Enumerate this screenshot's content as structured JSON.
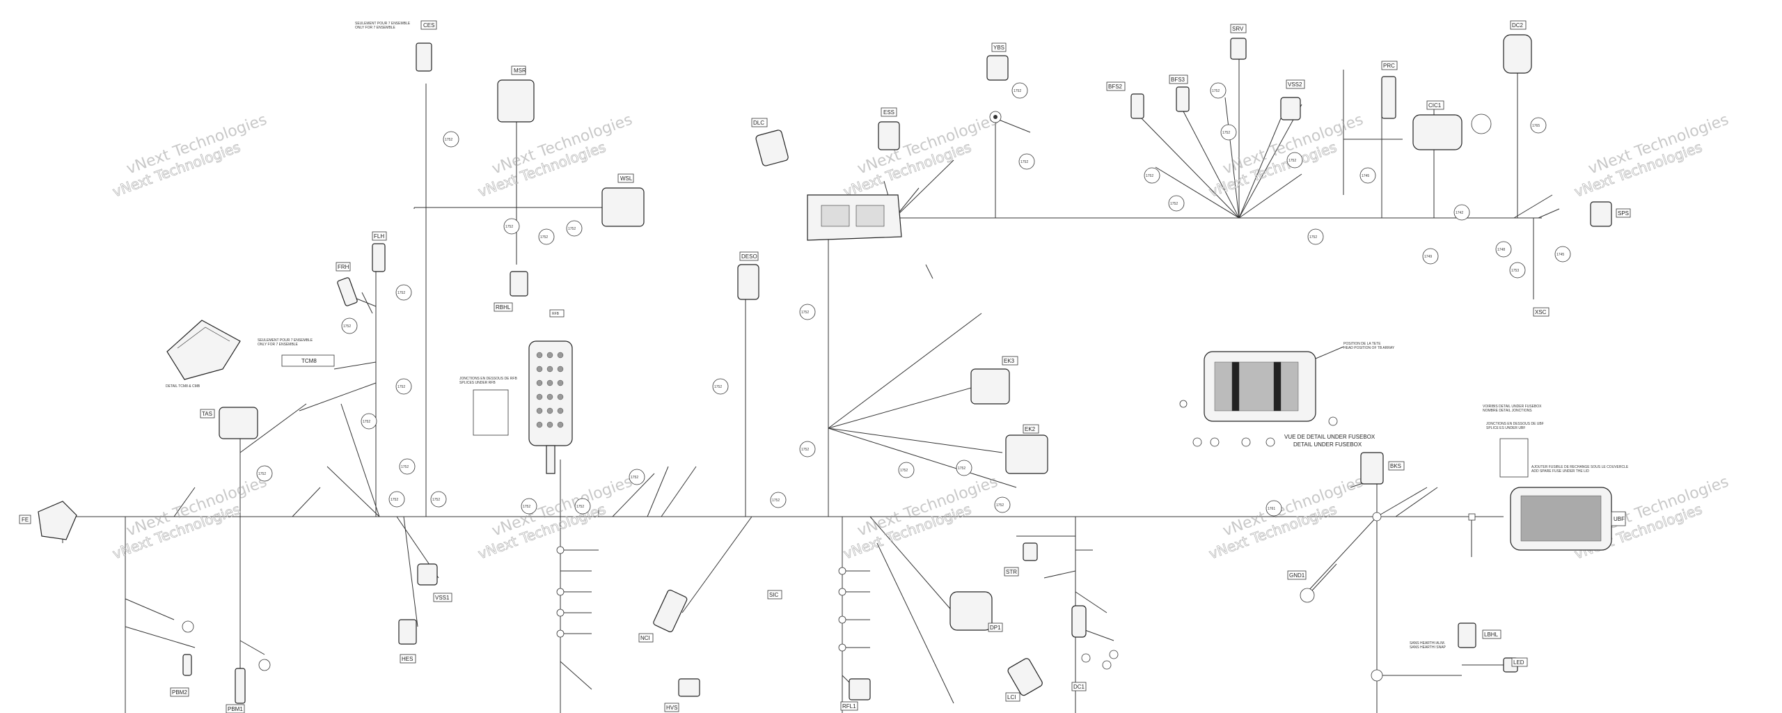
{
  "watermark": "vNext Technologies",
  "connectors": [
    {
      "id": "c-ces",
      "label": "CES"
    },
    {
      "id": "c-msr",
      "label": "MSR"
    },
    {
      "id": "c-ybs",
      "label": "YBS"
    },
    {
      "id": "c-srv",
      "label": "SRV"
    },
    {
      "id": "c-dc2",
      "label": "DC2"
    },
    {
      "id": "c-ess",
      "label": "ESS"
    },
    {
      "id": "c-dlc",
      "label": "DLC"
    },
    {
      "id": "c-bfs2",
      "label": "BFS2"
    },
    {
      "id": "c-bfs3",
      "label": "BFS3"
    },
    {
      "id": "c-vss2",
      "label": "VSS2"
    },
    {
      "id": "c-prc",
      "label": "PRC"
    },
    {
      "id": "c-cic1",
      "label": "CIC1"
    },
    {
      "id": "c-wsl",
      "label": "WSL"
    },
    {
      "id": "c-flh",
      "label": "FLH"
    },
    {
      "id": "c-frh",
      "label": "FRH"
    },
    {
      "id": "c-rbhl",
      "label": "RBHL"
    },
    {
      "id": "c-deso",
      "label": "DESO"
    },
    {
      "id": "c-sps",
      "label": "SPS"
    },
    {
      "id": "c-xsc",
      "label": "XSC"
    },
    {
      "id": "c-tcm",
      "label": "TCM8"
    },
    {
      "id": "c-tas",
      "label": "TAS"
    },
    {
      "id": "c-fe",
      "label": "FE"
    },
    {
      "id": "c-ekx",
      "label": "EK3"
    },
    {
      "id": "c-ek2",
      "label": "EK2"
    },
    {
      "id": "c-bks",
      "label": "BKS"
    },
    {
      "id": "c-gnd",
      "label": "GND1"
    },
    {
      "id": "c-ubf",
      "label": "UBF"
    },
    {
      "id": "c-vss1",
      "label": "VSS1"
    },
    {
      "id": "c-hes",
      "label": "HES"
    },
    {
      "id": "c-nci",
      "label": "NCI"
    },
    {
      "id": "c-sic",
      "label": "SIC"
    },
    {
      "id": "c-dp1",
      "label": "DP1"
    },
    {
      "id": "c-str",
      "label": "STR"
    },
    {
      "id": "c-dc1",
      "label": "DC1"
    },
    {
      "id": "c-lci",
      "label": "LCI"
    },
    {
      "id": "c-lbhl",
      "label": "LBHL"
    },
    {
      "id": "c-led",
      "label": "LED"
    },
    {
      "id": "c-rfl",
      "label": "RFL1"
    },
    {
      "id": "c-hvs",
      "label": "HVS"
    },
    {
      "id": "c-pbm2",
      "label": "PBM2"
    },
    {
      "id": "c-pbm1",
      "label": "PBM1"
    },
    {
      "id": "c-rfb",
      "label": "RFB"
    }
  ],
  "notes": {
    "ces_note": "SEULEMENT POUR 7 ENSEMBLE\nONLY FOR 7 ENSEMBLE",
    "tcm_detail": "DETAIL TCM8 & CMB",
    "tcm_note": "SEULEMENT POUR 7 ENSEMBLE\nONLY FOR 7 ENSEMBLE",
    "fusebox_title": "VUE DE DETAIL UNDER FUSEBOX",
    "fusebox_sub": "DETAIL UNDER FUSEBOX",
    "fusebox_pos": "POSITION DE LA TETE\nHEAD POSITION OF TB ARRAY",
    "splice_title": "VOIRIBIS DETAIL UNDER FUSEBOX\nNOMBRE DETAIL JONCTIONS",
    "splice_sub": "JONCTIONS EN DESSOUS DE UBF\nSPLICE ES UNDER UBF",
    "splice_note": "AJOUTER FUSIBLE DE RECHANGE SOUS LE COUVERCLE\nADD SPARE FUSE UNDER THE LID",
    "rfb_note": "JONCTIONS EN DESSOUS DE RFB\nSPLICES UNDER RFB",
    "lbhl_note": "SANS HEARTHI ALIM.\nSANS HEARTHI SNAP"
  },
  "callouts": [
    "1752",
    "1752",
    "1752",
    "1752",
    "1752",
    "1752",
    "1752",
    "1752",
    "1752",
    "1752",
    "1752",
    "1752",
    "1752",
    "1752",
    "1752",
    "1752",
    "1752",
    "1752",
    "1752",
    "1752",
    "1752",
    "1752",
    "1752",
    "1752",
    "1752",
    "1752",
    "1752",
    "1752",
    "1752",
    "1752",
    "1745",
    "1742",
    "1765",
    "1749",
    "1748",
    "1753",
    "1745",
    "1761"
  ]
}
